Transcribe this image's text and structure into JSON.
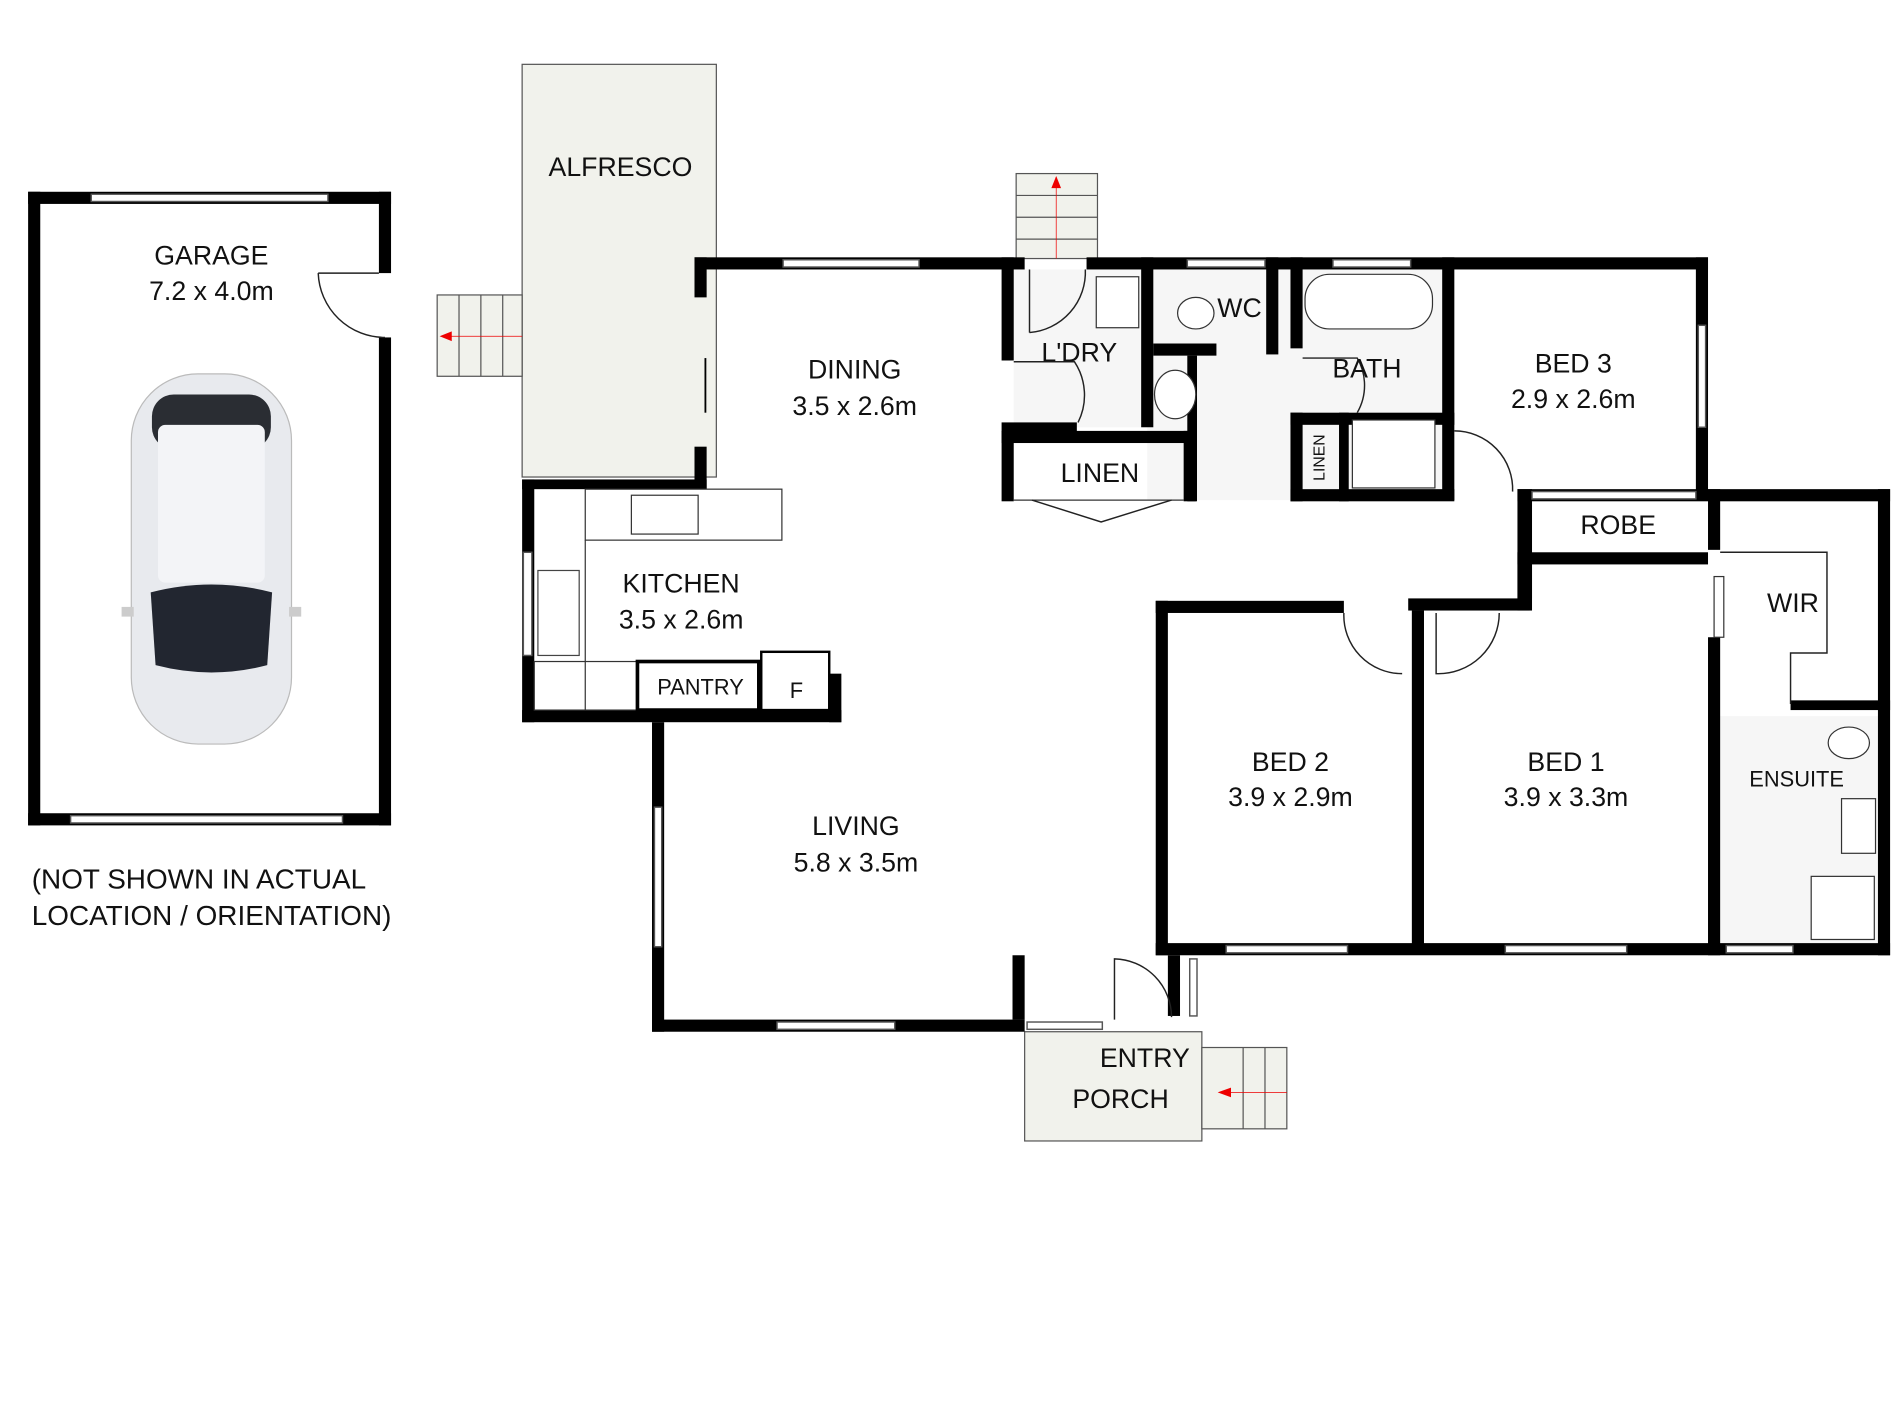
{
  "rooms": {
    "alfresco": {
      "name": "ALFRESCO"
    },
    "garage": {
      "name": "GARAGE",
      "dims": "7.2 x 4.0m"
    },
    "dining": {
      "name": "DINING",
      "dims": "3.5 x 2.6m"
    },
    "laundry": {
      "name": "L'DRY"
    },
    "wc": {
      "name": "WC"
    },
    "bath": {
      "name": "BATH"
    },
    "bed3": {
      "name": "BED 3",
      "dims": "2.9 x 2.6m"
    },
    "linen": {
      "name": "LINEN"
    },
    "linen_small": {
      "name": "LINEN"
    },
    "robe": {
      "name": "ROBE"
    },
    "kitchen": {
      "name": "KITCHEN",
      "dims": "3.5 x 2.6m"
    },
    "pantry": {
      "name": "PANTRY"
    },
    "fridge": {
      "name": "F"
    },
    "wir": {
      "name": "WIR"
    },
    "ensuite": {
      "name": "ENSUITE"
    },
    "bed2": {
      "name": "BED 2",
      "dims": "3.9 x 2.9m"
    },
    "bed1": {
      "name": "BED 1",
      "dims": "3.9 x 3.3m"
    },
    "living": {
      "name": "LIVING",
      "dims": "5.8 x 3.5m"
    },
    "entry": {
      "name": "ENTRY",
      "name2": "PORCH"
    }
  },
  "note": {
    "line1": "(NOT SHOWN IN ACTUAL",
    "line2": "LOCATION / ORIENTATION)"
  },
  "colors": {
    "wall": "#000000",
    "outdoor": "#f1f2ec",
    "arrow": "#e00000"
  }
}
